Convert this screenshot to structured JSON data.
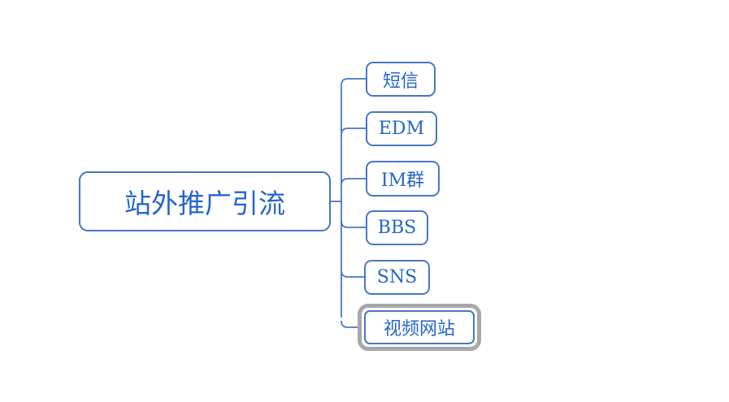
{
  "mindmap": {
    "root": {
      "label": "站外推广引流",
      "selected": false
    },
    "children": [
      {
        "label": "短信",
        "selected": false
      },
      {
        "label": "EDM",
        "selected": false
      },
      {
        "label": "IM群",
        "selected": false
      },
      {
        "label": "BBS",
        "selected": false
      },
      {
        "label": "SNS",
        "selected": false
      },
      {
        "label": "视频网站",
        "selected": true
      }
    ],
    "colors": {
      "node_border": "#4876C6",
      "node_text": "#2566C8",
      "node_background": "#FFFFFF",
      "connector_line": "#4876C6",
      "selection_border": "#A8A8A8",
      "page_background": "#FFFFFF"
    }
  }
}
